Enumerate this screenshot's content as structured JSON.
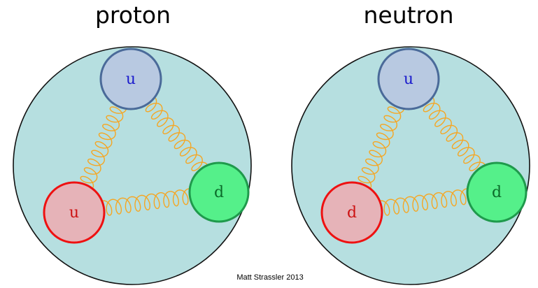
{
  "credit": "Matt Strassler 2013",
  "colors": {
    "nucleon_fill": "#b6dfe0",
    "nucleon_stroke": "#111111",
    "gluon": "#f5a623",
    "up_fill": "#b8c9e1",
    "up_stroke": "#4a6a99",
    "up_text": "#1a1acc",
    "red_fill": "#e6b3b8",
    "red_stroke": "#ee1111",
    "red_text": "#cc1111",
    "green_fill": "#55f08a",
    "green_stroke": "#1f9a4c",
    "green_text": "#0b6b2a"
  },
  "particles": [
    {
      "name": "proton",
      "quarks": [
        {
          "color": "blue",
          "flavor": "u"
        },
        {
          "color": "red",
          "flavor": "u"
        },
        {
          "color": "green",
          "flavor": "d"
        }
      ]
    },
    {
      "name": "neutron",
      "quarks": [
        {
          "color": "blue",
          "flavor": "u"
        },
        {
          "color": "red",
          "flavor": "d"
        },
        {
          "color": "green",
          "flavor": "d"
        }
      ]
    }
  ]
}
